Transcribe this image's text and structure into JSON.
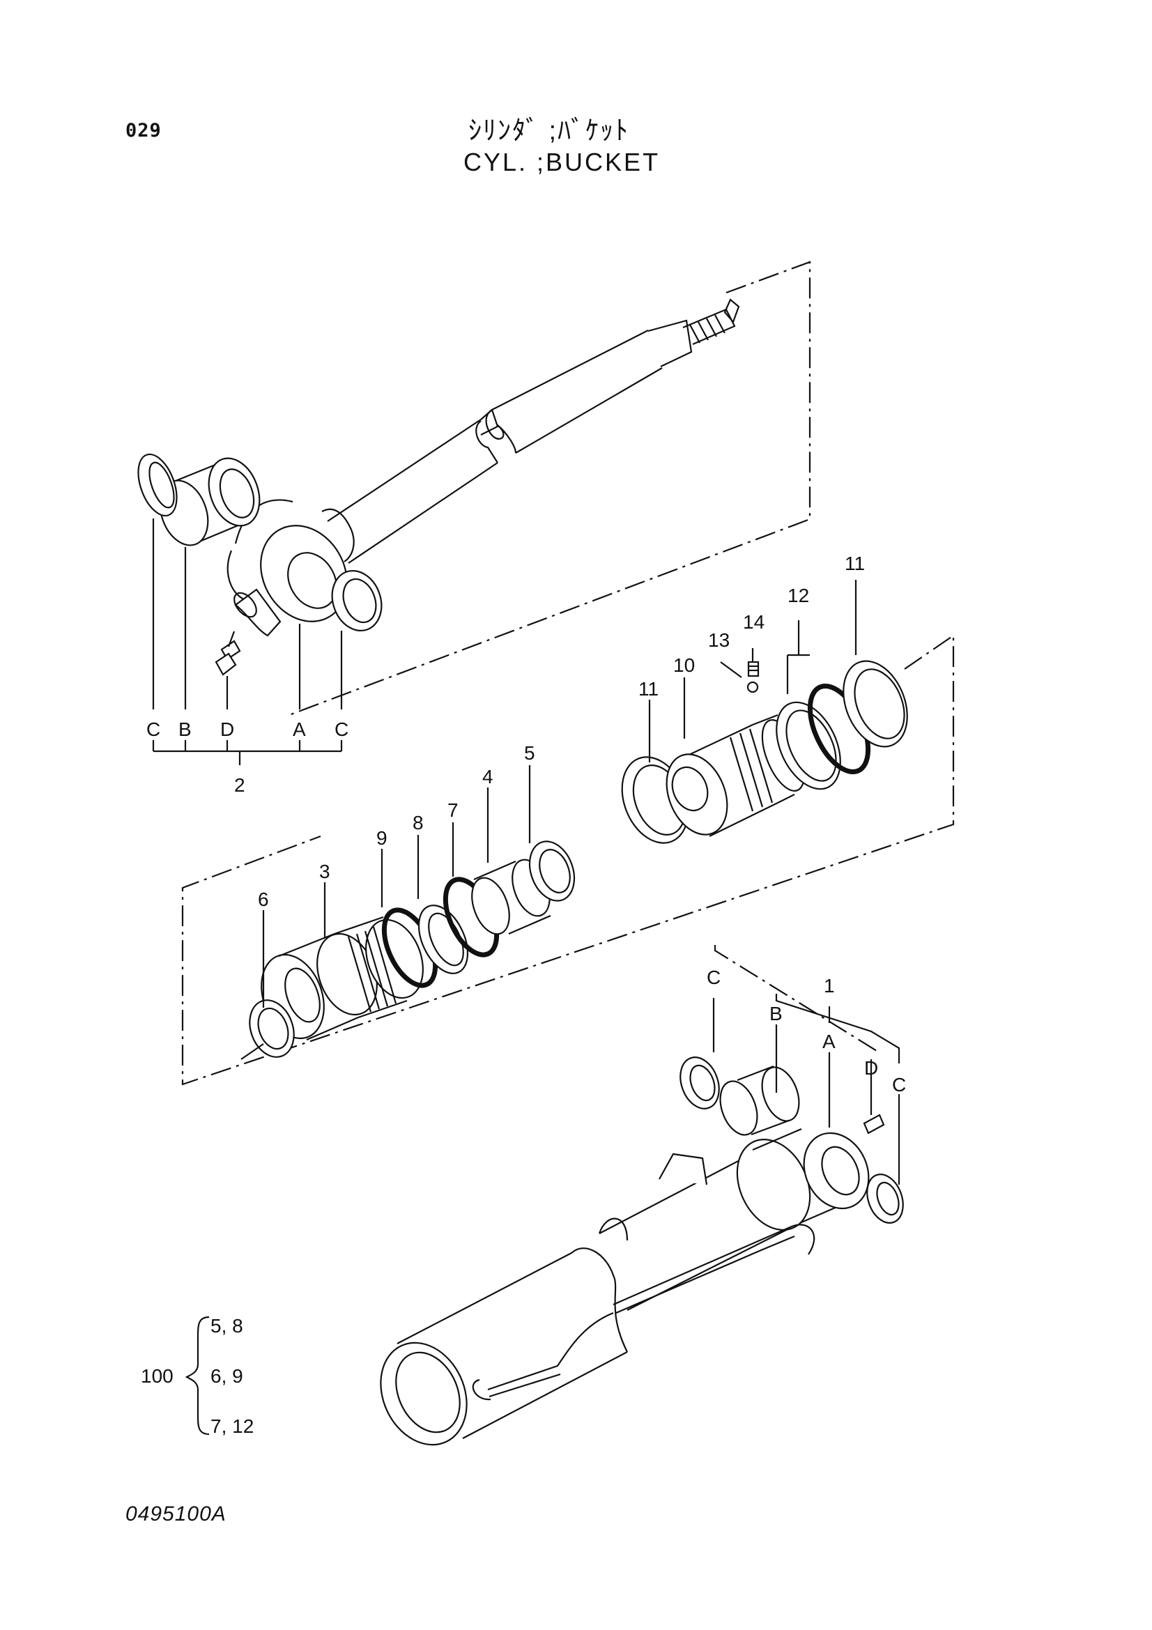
{
  "header": {
    "page_code": "029",
    "title_jp": "ｼﾘﾝﾀﾞ ;ﾊﾞｹｯﾄ",
    "title_en": "CYL. ;BUCKET"
  },
  "rod_group": {
    "labels": {
      "c_left": "C",
      "b": "B",
      "d": "D",
      "a": "A",
      "c_right": "C",
      "assembly": "2"
    }
  },
  "piston_group": {
    "labels": {
      "p6": "6",
      "p3": "3",
      "p9": "9",
      "p8": "8",
      "p7": "7",
      "p4": "4",
      "p5": "5"
    }
  },
  "head_group": {
    "labels": {
      "p11a": "11",
      "p10": "10",
      "p13": "13",
      "p14": "14",
      "p12": "12",
      "p11b": "11"
    }
  },
  "tube_group": {
    "labels": {
      "c_left": "C",
      "b": "B",
      "assembly": "1",
      "a": "A",
      "d": "D",
      "c_right": "C"
    }
  },
  "seal_kit": {
    "number": "100",
    "rows": [
      "5, 8",
      "6, 9",
      "7, 12"
    ]
  },
  "footer": {
    "drawing_number": "0495100A"
  }
}
